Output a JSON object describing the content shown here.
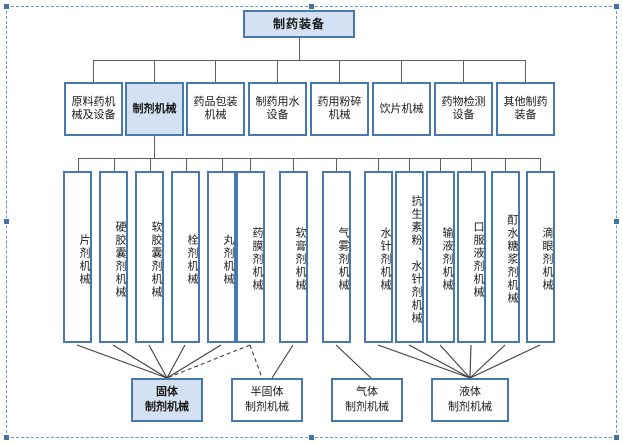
{
  "diagram": {
    "title_node": {
      "label": "制药装备",
      "filled": true,
      "bold": true
    },
    "level2": [
      {
        "label": "原料药机械及设备",
        "filled": false,
        "bold": false
      },
      {
        "label": "制剂机械",
        "filled": true,
        "bold": true
      },
      {
        "label": "药品包装机械",
        "filled": false,
        "bold": false
      },
      {
        "label": "制药用水设备",
        "filled": false,
        "bold": false
      },
      {
        "label": "药用粉碎机械",
        "filled": false,
        "bold": false
      },
      {
        "label": "饮片机械",
        "filled": false,
        "bold": false
      },
      {
        "label": "药物检测设备",
        "filled": false,
        "bold": false
      },
      {
        "label": "其他制药装备",
        "filled": false,
        "bold": false
      }
    ],
    "level3": [
      {
        "label": "片剂机械",
        "target": "solid"
      },
      {
        "label": "硬胶囊剂机械",
        "target": "solid"
      },
      {
        "label": "软胶囊剂机械",
        "target": "solid"
      },
      {
        "label": "栓剂机械",
        "target": "solid"
      },
      {
        "label": "丸剂机械",
        "target": "solid"
      },
      {
        "label": "药膜剂机械",
        "target": "solid-and-semisolid"
      },
      {
        "label": "软膏剂机械",
        "target": "semisolid"
      },
      {
        "label": "气雾剂机械",
        "target": "gas"
      },
      {
        "label": "水针剂机械",
        "target": "liquid"
      },
      {
        "label": "抗生素粉、水针剂机械",
        "target": "liquid"
      },
      {
        "label": "输液剂机械",
        "target": "liquid"
      },
      {
        "label": "口服液剂机械",
        "target": "liquid"
      },
      {
        "label": "酊水糖浆剂机械",
        "target": "liquid"
      },
      {
        "label": "滴眼剂机械",
        "target": "liquid"
      }
    ],
    "level4": [
      {
        "line1": "固体",
        "line2": "制剂机械",
        "filled": true
      },
      {
        "line1": "半固体",
        "line2": "制剂机械",
        "filled": false
      },
      {
        "line1": "气体",
        "line2": "制剂机械",
        "filled": false
      },
      {
        "line1": "液体",
        "line2": "制剂机械",
        "filled": false
      }
    ],
    "colors": {
      "box_border": "#4878b0",
      "box_fill_highlight": "#d3e1f2",
      "box_fill_default": "#ffffff",
      "connector": "#606060",
      "selection": "#5b9bd5",
      "handle": "#4472a8",
      "text": "#1a1a1a"
    }
  }
}
